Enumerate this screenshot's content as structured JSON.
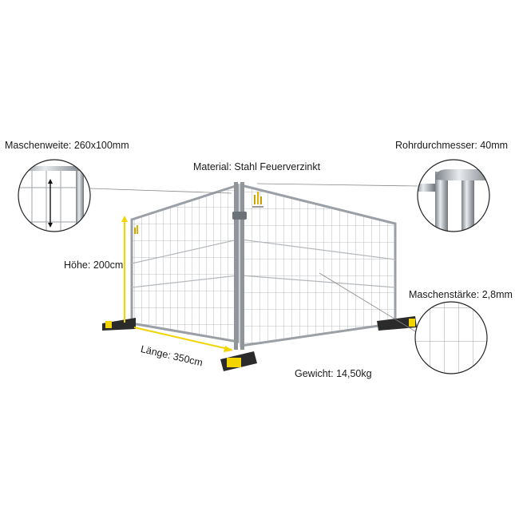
{
  "labels": {
    "mesh_width": "Maschenweite: 260x100mm",
    "material": "Material: Stahl Feuerverzinkt",
    "tube_diameter": "Rohrdurchmesser: 40mm",
    "height": "Höhe: 200cm",
    "mesh_thickness": "Maschenstärke: 2,8mm",
    "length": "Länge: 350cm",
    "weight": "Gewicht: 14,50kg"
  },
  "colors": {
    "accent_yellow": "#f2d400",
    "frame_metal": "#9aa0a6",
    "foot_dark": "#2b2b2b",
    "leader_line": "#8a8a8a"
  },
  "icons": {
    "logo": "brand-logo-icon"
  }
}
